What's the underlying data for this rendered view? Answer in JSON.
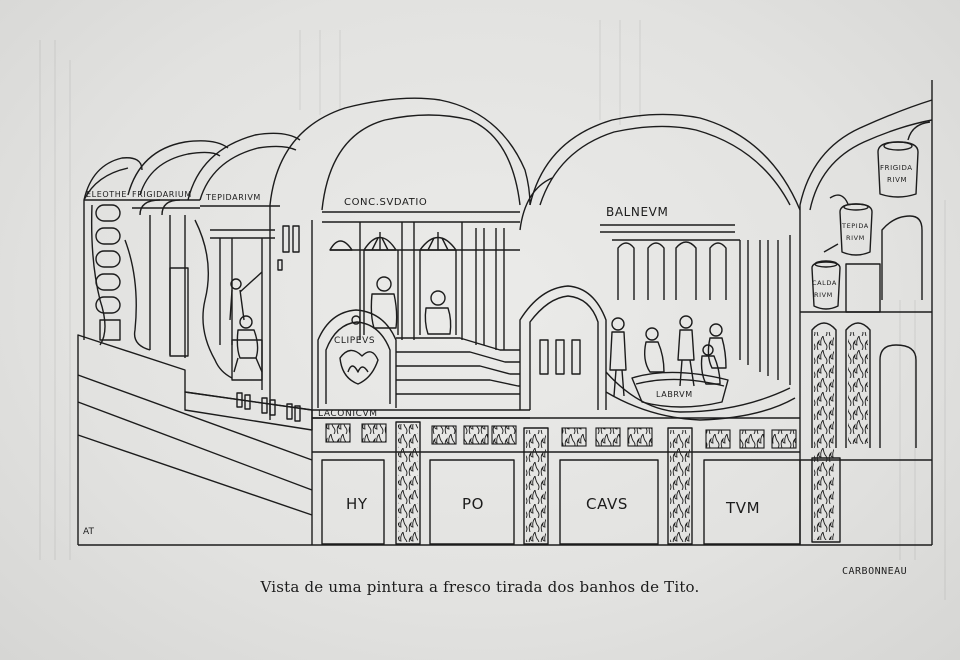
{
  "plate": {
    "labels": {
      "eleothesium": "ELEOTHE",
      "frigidarium": "FRIGIDARIUM",
      "tepidarium": "TEPIDARIVM",
      "conc_sudatio": "CONC.SVDATIO",
      "balneum": "BALNEVM",
      "clipeus": "CLIPEVS",
      "laconicum": "LACONICVM",
      "labrum": "LABRVM",
      "frigidarium_vessel_1": "FRIGIDA",
      "frigidarium_vessel_2": "RIVM",
      "tepidarium_vessel_1": "TEPIDA",
      "tepidarium_vessel_2": "RIVM",
      "caldarium_vessel_1": "CALDA",
      "caldarium_vessel_2": "RIVM"
    },
    "hypocaustum": [
      "HY",
      "PO",
      "CAVS",
      "TVM"
    ]
  },
  "credits": {
    "artist_initials": "AT",
    "engraver": "CARBONNEAU"
  },
  "caption": "Vista de uma pintura a fresco tirada dos banhos de Tito."
}
